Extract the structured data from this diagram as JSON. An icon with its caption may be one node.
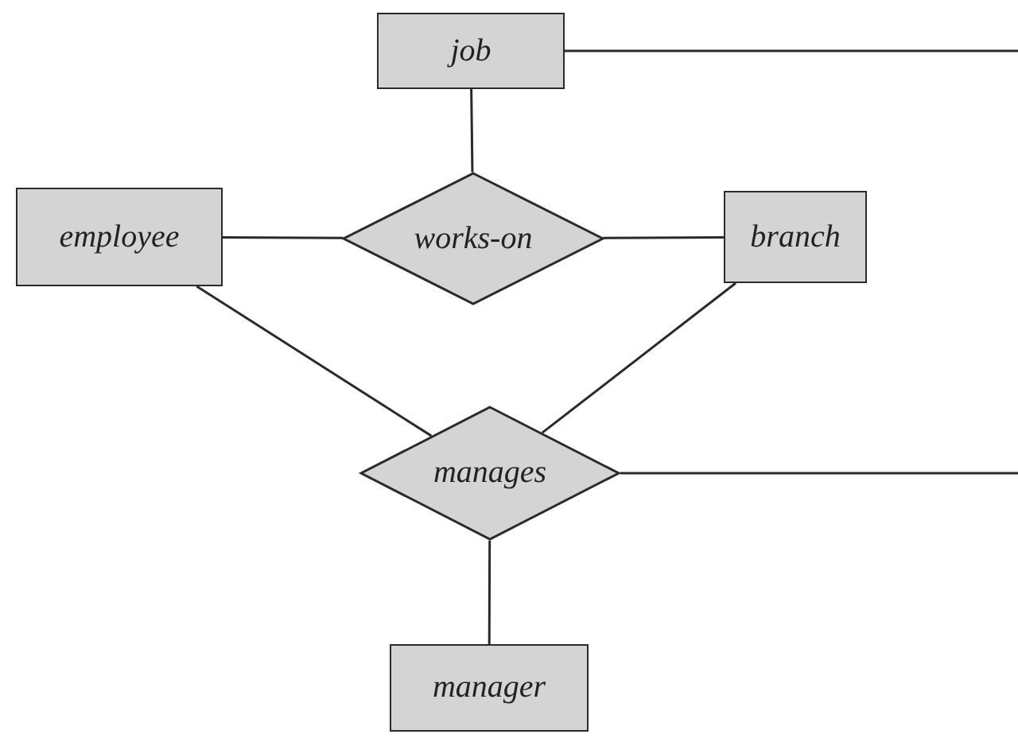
{
  "diagram": {
    "nodes": [
      {
        "text": [
          "job"
        ]
      },
      {
        "text": [
          "employee"
        ]
      },
      {
        "text": [
          "works-on"
        ]
      },
      {
        "text": [
          "branch"
        ]
      },
      {
        "text": [
          "manages"
        ]
      },
      {
        "text": [
          "manager"
        ]
      }
    ],
    "edges": [
      {
        "from": 0,
        "to": null,
        "arrow": "none"
      },
      {
        "from": 0,
        "to": 2,
        "arrow": "none"
      },
      {
        "from": 1,
        "to": 2,
        "arrow": "none"
      },
      {
        "from": 2,
        "to": 3,
        "arrow": "none"
      },
      {
        "from": 1,
        "to": 4,
        "arrow": "none"
      },
      {
        "from": 3,
        "to": 4,
        "arrow": "none"
      },
      {
        "from": 4,
        "to": null,
        "arrow": "none"
      },
      {
        "from": 4,
        "to": 5,
        "arrow": "none"
      }
    ]
  }
}
